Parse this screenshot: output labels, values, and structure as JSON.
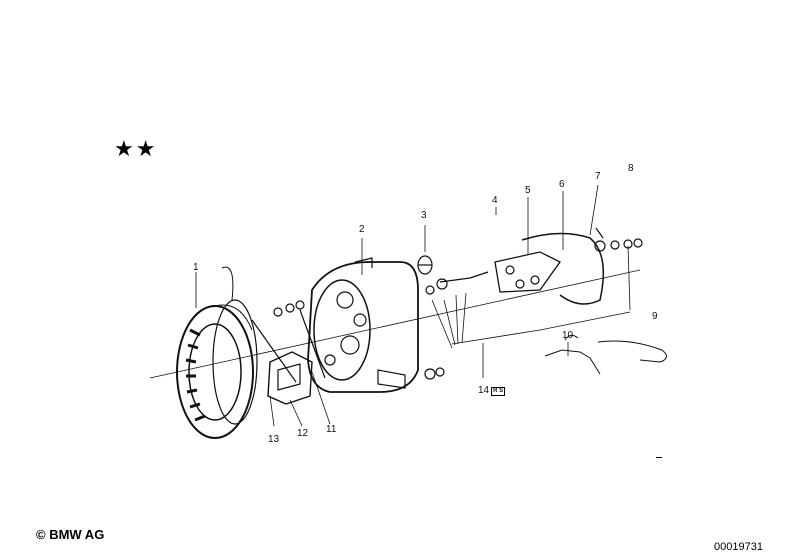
{
  "marker": {
    "stars": "★★"
  },
  "callouts": {
    "c1": "1",
    "c2": "2",
    "c3": "3",
    "c4": "4",
    "c5": "5",
    "c6": "6",
    "c7": "7",
    "c8": "8",
    "c9": "9",
    "c10": "10",
    "c11": "11",
    "c12": "12",
    "c13": "13",
    "c14": "14"
  },
  "badge": "R S",
  "footer": {
    "copyright": "© BMW AG",
    "doc_number": "00019731"
  }
}
